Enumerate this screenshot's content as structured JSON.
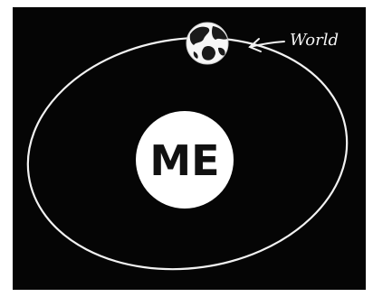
{
  "diagram": {
    "center_label": "ME",
    "orbiting_label": "World",
    "icons": {
      "center": "sun-circle",
      "orbiting": "earth-globe-icon",
      "pointer": "arrow-left-icon"
    },
    "colors": {
      "background": "#050505",
      "stroke": "#f2f2f2",
      "center_fill": "#ffffff",
      "center_text": "#111111"
    }
  }
}
